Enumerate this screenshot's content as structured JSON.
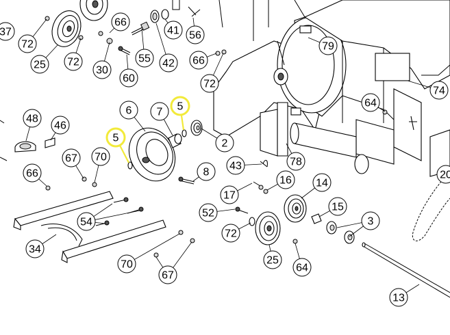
{
  "diagram": {
    "highlight_color": "#f2ea3a",
    "callouts": [
      {
        "id": "c37",
        "label": "37"
      },
      {
        "id": "c72a",
        "label": "72"
      },
      {
        "id": "c25a",
        "label": "25"
      },
      {
        "id": "c72b",
        "label": "72"
      },
      {
        "id": "c66a",
        "label": "66"
      },
      {
        "id": "c30",
        "label": "30"
      },
      {
        "id": "c55",
        "label": "55"
      },
      {
        "id": "c60",
        "label": "60"
      },
      {
        "id": "c42",
        "label": "42"
      },
      {
        "id": "c41",
        "label": "41"
      },
      {
        "id": "c56",
        "label": "56"
      },
      {
        "id": "c66b",
        "label": "66"
      },
      {
        "id": "c72c",
        "label": "72"
      },
      {
        "id": "c79",
        "label": "79"
      },
      {
        "id": "c74",
        "label": "74"
      },
      {
        "id": "c64a",
        "label": "64"
      },
      {
        "id": "c48",
        "label": "48"
      },
      {
        "id": "c46",
        "label": "46"
      },
      {
        "id": "c6",
        "label": "6"
      },
      {
        "id": "c7",
        "label": "7"
      },
      {
        "id": "c5a",
        "label": "5",
        "highlight": true
      },
      {
        "id": "c5b",
        "label": "5",
        "highlight": true
      },
      {
        "id": "c2",
        "label": "2"
      },
      {
        "id": "c67a",
        "label": "67"
      },
      {
        "id": "c70a",
        "label": "70"
      },
      {
        "id": "c66c",
        "label": "66"
      },
      {
        "id": "c43",
        "label": "43"
      },
      {
        "id": "c78",
        "label": "78"
      },
      {
        "id": "c8",
        "label": "8"
      },
      {
        "id": "c20",
        "label": "20"
      },
      {
        "id": "c17",
        "label": "17"
      },
      {
        "id": "c16",
        "label": "16"
      },
      {
        "id": "c14",
        "label": "14"
      },
      {
        "id": "c52",
        "label": "52"
      },
      {
        "id": "c15",
        "label": "15"
      },
      {
        "id": "c3",
        "label": "3"
      },
      {
        "id": "c54",
        "label": "54"
      },
      {
        "id": "c72d",
        "label": "72"
      },
      {
        "id": "c34",
        "label": "34"
      },
      {
        "id": "c25b",
        "label": "25"
      },
      {
        "id": "c64b",
        "label": "64"
      },
      {
        "id": "c70b",
        "label": "70"
      },
      {
        "id": "c67b",
        "label": "67"
      },
      {
        "id": "c13",
        "label": "13"
      }
    ]
  }
}
